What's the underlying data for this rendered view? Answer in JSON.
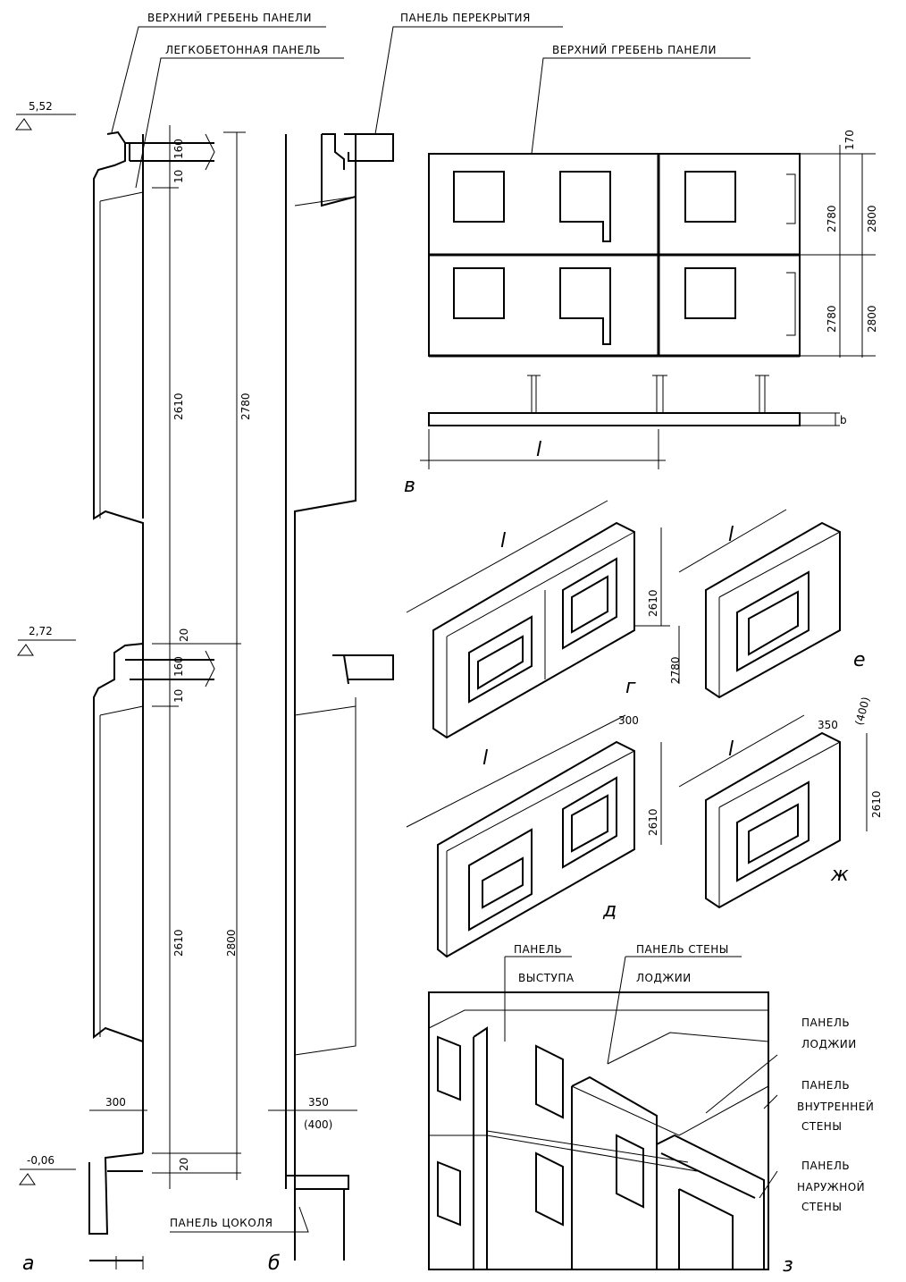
{
  "section_a": {
    "labels": {
      "top_ridge": "ВЕРХНИЙ ГРЕБЕНЬ ПАНЕЛИ",
      "light_concrete": "ЛЕГКОБЕТОННАЯ ПАНЕЛЬ",
      "plinth_panel": "ПАНЕЛЬ ЦОКОЛЯ"
    },
    "levels": [
      "5,52",
      "2,72",
      "-0,06"
    ],
    "dims_upper": [
      "160",
      "10",
      "2610",
      "2780",
      "20"
    ],
    "dims_lower": [
      "160",
      "10",
      "2610",
      "2800",
      "20"
    ],
    "width": "300",
    "letter": "а"
  },
  "section_b": {
    "labels": {
      "floor_panel": "ПАНЕЛЬ ПЕРЕКРЫТИЯ"
    },
    "width": "350",
    "width_alt": "(400)",
    "letter": "б"
  },
  "section_v": {
    "labels": {
      "top_ridge": "ВЕРХНИЙ ГРЕБЕНЬ ПАНЕЛИ"
    },
    "dims": [
      "170",
      "2780",
      "2800",
      "2780",
      "2800"
    ],
    "plan_dims": {
      "length": "l",
      "thickness": "b"
    },
    "letter": "в"
  },
  "panel_g": {
    "dims": [
      "l",
      "2610",
      "2780"
    ],
    "letter": "г"
  },
  "panel_e": {
    "dims": [
      "l"
    ],
    "letter": "е"
  },
  "panel_d": {
    "dims": [
      "l",
      "300",
      "2610"
    ],
    "letter": "д"
  },
  "panel_zh": {
    "dims": [
      "l",
      "350",
      "(400)",
      "2610"
    ],
    "letter": "ж"
  },
  "section_z": {
    "labels": {
      "projection_panel_1": "ПАНЕЛЬ",
      "projection_panel_2": "ВЫСТУПА",
      "loggia_wall_1": "ПАНЕЛЬ СТЕНЫ",
      "loggia_wall_2": "ЛОДЖИИ",
      "loggia_panel_1": "ПАНЕЛЬ",
      "loggia_panel_2": "ЛОДЖИИ",
      "inner_wall_1": "ПАНЕЛЬ",
      "inner_wall_2": "ВНУТРЕННЕЙ",
      "inner_wall_3": "СТЕНЫ",
      "outer_wall_1": "ПАНЕЛЬ",
      "outer_wall_2": "НАРУЖНОЙ",
      "outer_wall_3": "СТЕНЫ"
    },
    "letter": "з"
  }
}
